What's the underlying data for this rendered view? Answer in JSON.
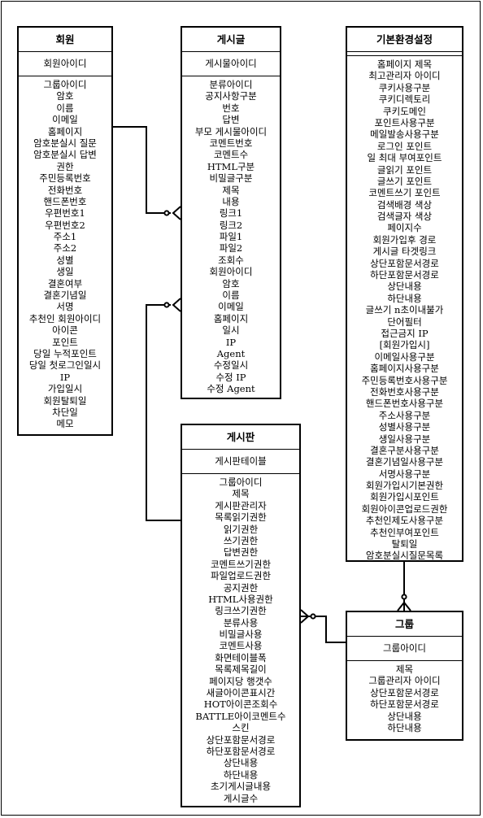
{
  "entities": {
    "member": {
      "title": "회원",
      "key": "회원아이디",
      "attributes": [
        "그룹아이디",
        "암호",
        "이름",
        "이메일",
        "홈페이지",
        "암호분실시 질문",
        "암호분실시 답변",
        "권한",
        "주민등록번호",
        "전화번호",
        "핸드폰번호",
        "우편번호1",
        "우편번호2",
        "주소1",
        "주소2",
        "성별",
        "생일",
        "결혼여부",
        "결혼기념일",
        "서명",
        "추천인 회원아이디",
        "아이콘",
        "포인트",
        "당일 누적포인트",
        "당일 첫로그인일시",
        "IP",
        "가입일시",
        "회원탈퇴일",
        "차단일",
        "메모"
      ]
    },
    "post": {
      "title": "게시글",
      "key": "게시물아이디",
      "attributes": [
        "분류아이디",
        "공지사항구분",
        "번호",
        "답변",
        "부모 게시물아이디",
        "코멘트번호",
        "코멘트수",
        "HTML구분",
        "비밀글구분",
        "제목",
        "내용",
        "링크1",
        "링크2",
        "파일1",
        "파일2",
        "조회수",
        "회원아이디",
        "암호",
        "이름",
        "이메일",
        "홈페이지",
        "일시",
        "IP",
        "Agent",
        "수정일시",
        "수정 IP",
        "수정 Agent"
      ]
    },
    "config": {
      "title": "기본환경설정",
      "key": "",
      "attributes": [
        "홈페이지 제목",
        "최고관리자 아이디",
        "쿠키사용구분",
        "쿠키디렉토리",
        "쿠키도메인",
        "포인트사용구분",
        "메일발송사용구분",
        "로그인 포인트",
        "일 최대 부여포인트",
        "글읽기 포인트",
        "글쓰기 포인트",
        "코멘트쓰기 포인트",
        "검색배경 색상",
        "검색글자 색상",
        "페이지수",
        "회원가입후 경로",
        "게시글 타겟링크",
        "상단포함문서경로",
        "하단포함문서경로",
        "상단내용",
        "하단내용",
        "글쓰기 n초이내불가",
        "단어필터",
        "접근금지 IP",
        "[회원가입시]",
        "이메일사용구분",
        "홈페이지사용구분",
        "주민등록번호사용구분",
        "전화번호사용구분",
        "핸드폰번호사용구분",
        "주소사용구분",
        "성별사용구분",
        "생일사용구분",
        "결혼구분사용구분",
        "결혼기념일사용구분",
        "서명사용구분",
        "회원가입시기본권한",
        "회원가입시포인트",
        "회원아이콘업로드권한",
        "추천인제도사용구분",
        "추천인부여포인트",
        "탈퇴일",
        "암호분실시질문목록"
      ]
    },
    "board": {
      "title": "게시판",
      "key": "게시판테이블",
      "attributes": [
        "그룹아이디",
        "제목",
        "게시판관리자",
        "목록읽기권한",
        "읽기권한",
        "쓰기권한",
        "답변권한",
        "코멘트쓰기권한",
        "파일업로드권한",
        "공지권한",
        "HTML사용권한",
        "링크쓰기권한",
        "분류사용",
        "비밀글사용",
        "코멘트사용",
        "화면테이블폭",
        "목록제목길이",
        "페이지당 행갯수",
        "새글아이콘표시간",
        "HOT아이콘조회수",
        "BATTLE아이코멘트수",
        "스킨",
        "상단포함문서경로",
        "하단포함문서경로",
        "상단내용",
        "하단내용",
        "초기게시글내용",
        "게시글수"
      ]
    },
    "group": {
      "title": "그룹",
      "key": "그룹아이디",
      "attributes": [
        "제목",
        "그룹관리자 아이디",
        "상단포함문서경로",
        "하단포함문서경로",
        "상단내용",
        "하단내용"
      ]
    }
  }
}
